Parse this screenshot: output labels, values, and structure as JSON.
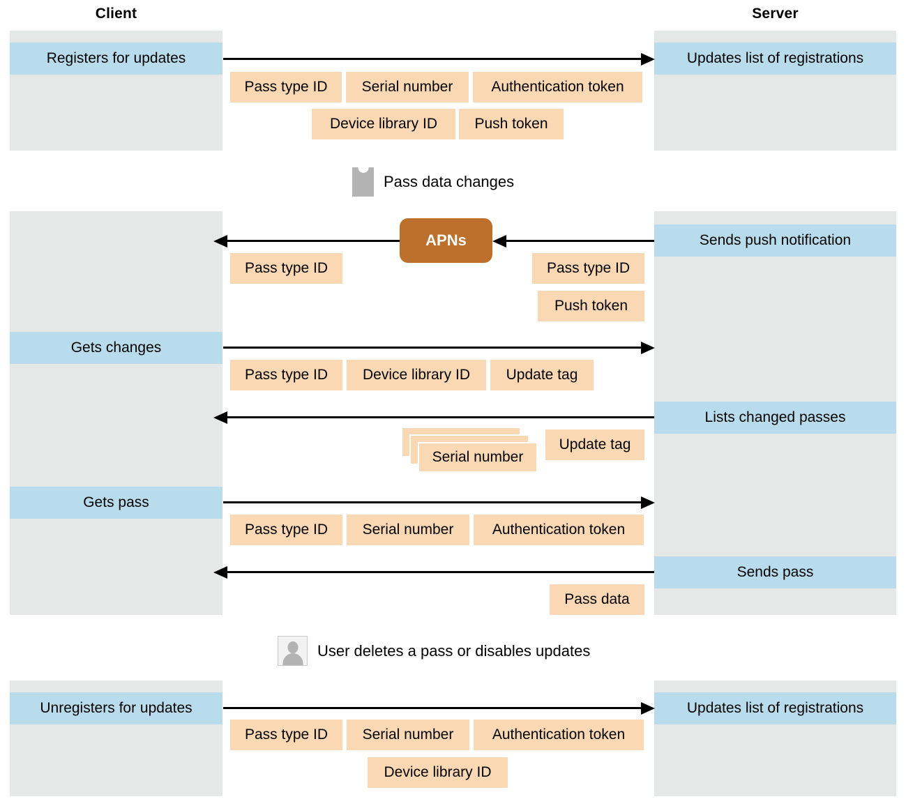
{
  "columns": {
    "client_title": "Client",
    "server_title": "Server"
  },
  "colors": {
    "lane": "#e6e7e7",
    "band": "#b9dcec",
    "card": "#fad8b3",
    "apns": "#bd702b",
    "arrow": "#000000",
    "icon_gray": "#b3b3b3"
  },
  "sections": {
    "register": {
      "client_action": "Registers for updates",
      "server_action": "Updates list of registrations",
      "cards_row1": [
        "Pass type ID",
        "Serial number",
        "Authentication token"
      ],
      "cards_row2": [
        "Device library ID",
        "Push token"
      ]
    },
    "pass_data_changes_divider": {
      "icon": "pass-icon",
      "label": "Pass data changes"
    },
    "push": {
      "server_action": "Sends push notification",
      "apns_label": "APNs",
      "client_cards": [
        "Pass type ID"
      ],
      "server_cards": [
        "Pass type ID",
        "Push token"
      ]
    },
    "get_changes": {
      "client_action": "Gets changes",
      "cards": [
        "Pass type ID",
        "Device library ID",
        "Update tag"
      ]
    },
    "list_changed": {
      "server_action": "Lists changed passes",
      "stack_card": "Serial number",
      "stack_count": 3,
      "card": "Update tag"
    },
    "get_pass": {
      "client_action": "Gets pass",
      "cards": [
        "Pass type ID",
        "Serial number",
        "Authentication token"
      ]
    },
    "send_pass": {
      "server_action": "Sends pass",
      "cards": [
        "Pass data"
      ]
    },
    "user_deletes_divider": {
      "icon": "user-icon",
      "label": "User deletes a pass or disables updates"
    },
    "unregister": {
      "client_action": "Unregisters for updates",
      "server_action": "Updates list of registrations",
      "cards_row1": [
        "Pass type ID",
        "Serial number",
        "Authentication token"
      ],
      "cards_row2": [
        "Device library ID"
      ]
    }
  }
}
